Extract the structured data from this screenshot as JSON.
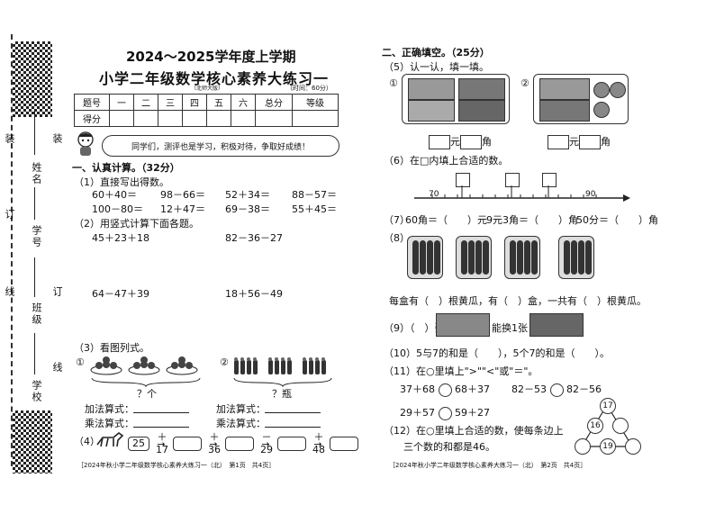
{
  "binding": {
    "fields": [
      "姓名",
      "学号",
      "班级",
      "学校"
    ],
    "cut_marks": [
      "装",
      "订",
      "线",
      "装",
      "订",
      "线"
    ]
  },
  "header": {
    "title_line1": "2024～2025学年度上学期",
    "title_line2": "小学二年级数学核心素养大练习一",
    "edition": "（北师大版）",
    "time_note": "（时间：60分）"
  },
  "score_table": {
    "columns": [
      "题号",
      "一",
      "二",
      "三",
      "四",
      "五",
      "六",
      "总分",
      "等级"
    ],
    "row2_label": "得分"
  },
  "mascot_bubble": "同学们，测评也是学习，积极对待，争取好成绩！",
  "left": {
    "section1_title": "一、认真计算。（32分）",
    "q1_label": "（1）直接写出得数。",
    "q1_rows": [
      [
        "60＋40＝",
        "98－66＝",
        "52＋34＝",
        "88－57＝"
      ],
      [
        "100－80＝",
        "12＋47＝",
        "69－38＝",
        "55＋45＝"
      ]
    ],
    "q2_label": "（2）用竖式计算下面各题。",
    "q2_items": [
      "45＋23＋18",
      "82－36－27",
      "64－47＋39",
      "18＋56－49"
    ],
    "q3_label": "（3）看图列式。",
    "q3_a_marker": "①",
    "q3_b_marker": "②",
    "q3_a_question": "？个",
    "q3_b_question": "？瓶",
    "add_label": "加法算式：",
    "mul_label": "乘法算式：",
    "q4_label": "（4）",
    "chain_start": "25",
    "chain_ops": [
      "＋17",
      "＋36",
      "－29",
      "＋48"
    ],
    "footer": "［2024年秋小学二年级数学核心素养大练习一（北）　第1页　共4页］"
  },
  "right": {
    "section2_title": "二、正确填空。（25分）",
    "q5_label": "（5）认一认，填一填。",
    "q5_markers": [
      "①",
      "②"
    ],
    "yuan": "元",
    "jiao": "角",
    "q6_label": "（6）在□内填上合适的数。",
    "numline_labels": [
      "70",
      "90"
    ],
    "q7_label": "（7）",
    "q7_parts": [
      "60角＝（　　）元",
      "9元3角＝（　　）角",
      "50分＝（　　）角"
    ],
    "q8_label": "（8）",
    "q8_text": "每盒有（　）根黄瓜，有（　）盒，一共有（　）根黄瓜。",
    "q9_prefix": "（9）（　）张",
    "q9_suffix": "能换1张",
    "q10": "（10）5与7的和是（　　），5个7的和是（　　）。",
    "q11_label": "（11）在○里填上\">\"\"<\"或\"＝\"。",
    "q11_rows": [
      [
        "37＋68",
        "68＋37",
        "82－53",
        "82－56"
      ],
      [
        "29＋57",
        "59＋27"
      ]
    ],
    "q12_line1": "（12）在○里填上合适的数，使每条边上",
    "q12_line2": "三个数的和都是46。",
    "triangle_values": [
      "17",
      "16",
      "19"
    ],
    "footer": "［2024年秋小学二年级数学核心素养大练习一（北）　第2页　共4页］"
  }
}
